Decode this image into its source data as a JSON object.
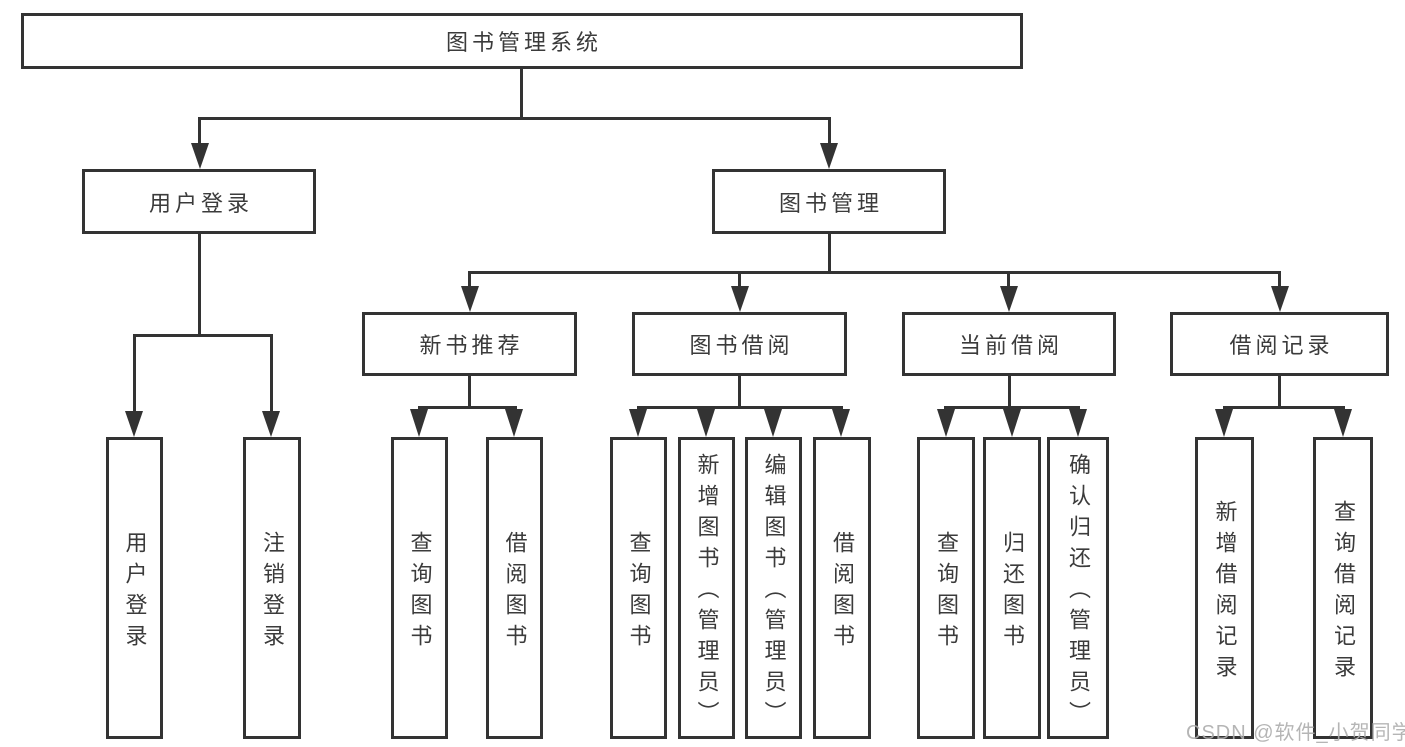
{
  "colors": {
    "line": "#333333",
    "text": "#3b3b3b",
    "background": "#ffffff",
    "watermark": "#aeaeae"
  },
  "watermark": "CSDN @软件_小贺同学",
  "nodes": {
    "root": "图书管理系统",
    "user_login": "用户登录",
    "book_management": "图书管理",
    "new_book_recommend": "新书推荐",
    "book_borrow": "图书借阅",
    "current_borrow": "当前借阅",
    "borrow_records": "借阅记录"
  },
  "leaves": {
    "user_login": [
      "用户登录",
      "注销登录"
    ],
    "new_book_recommend": [
      "查询图书",
      "借阅图书"
    ],
    "book_borrow": [
      "查询图书",
      "新增图书（管理员）",
      "编辑图书（管理员）",
      "借阅图书"
    ],
    "current_borrow": [
      "查询图书",
      "归还图书",
      "确认归还（管理员）"
    ],
    "borrow_records": [
      "新增借阅记录",
      "查询借阅记录"
    ]
  }
}
